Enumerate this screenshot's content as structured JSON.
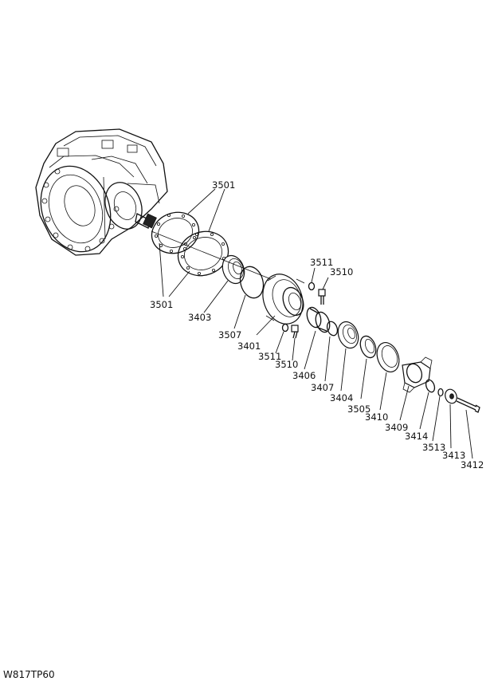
{
  "drawing_code": "W817TP60",
  "labels": {
    "l3501_top": "3501",
    "l3501_bottom": "3501",
    "l3403": "3403",
    "l3507": "3507",
    "l3401": "3401",
    "l3511_top": "3511",
    "l3510_top": "3510",
    "l3511_bottom": "3511",
    "l3510_bottom": "3510",
    "l3406": "3406",
    "l3407": "3407",
    "l3404": "3404",
    "l3505": "3505",
    "l3410": "3410",
    "l3409": "3409",
    "l3414": "3414",
    "l3513": "3513",
    "l3413": "3413",
    "l3412": "3412"
  }
}
